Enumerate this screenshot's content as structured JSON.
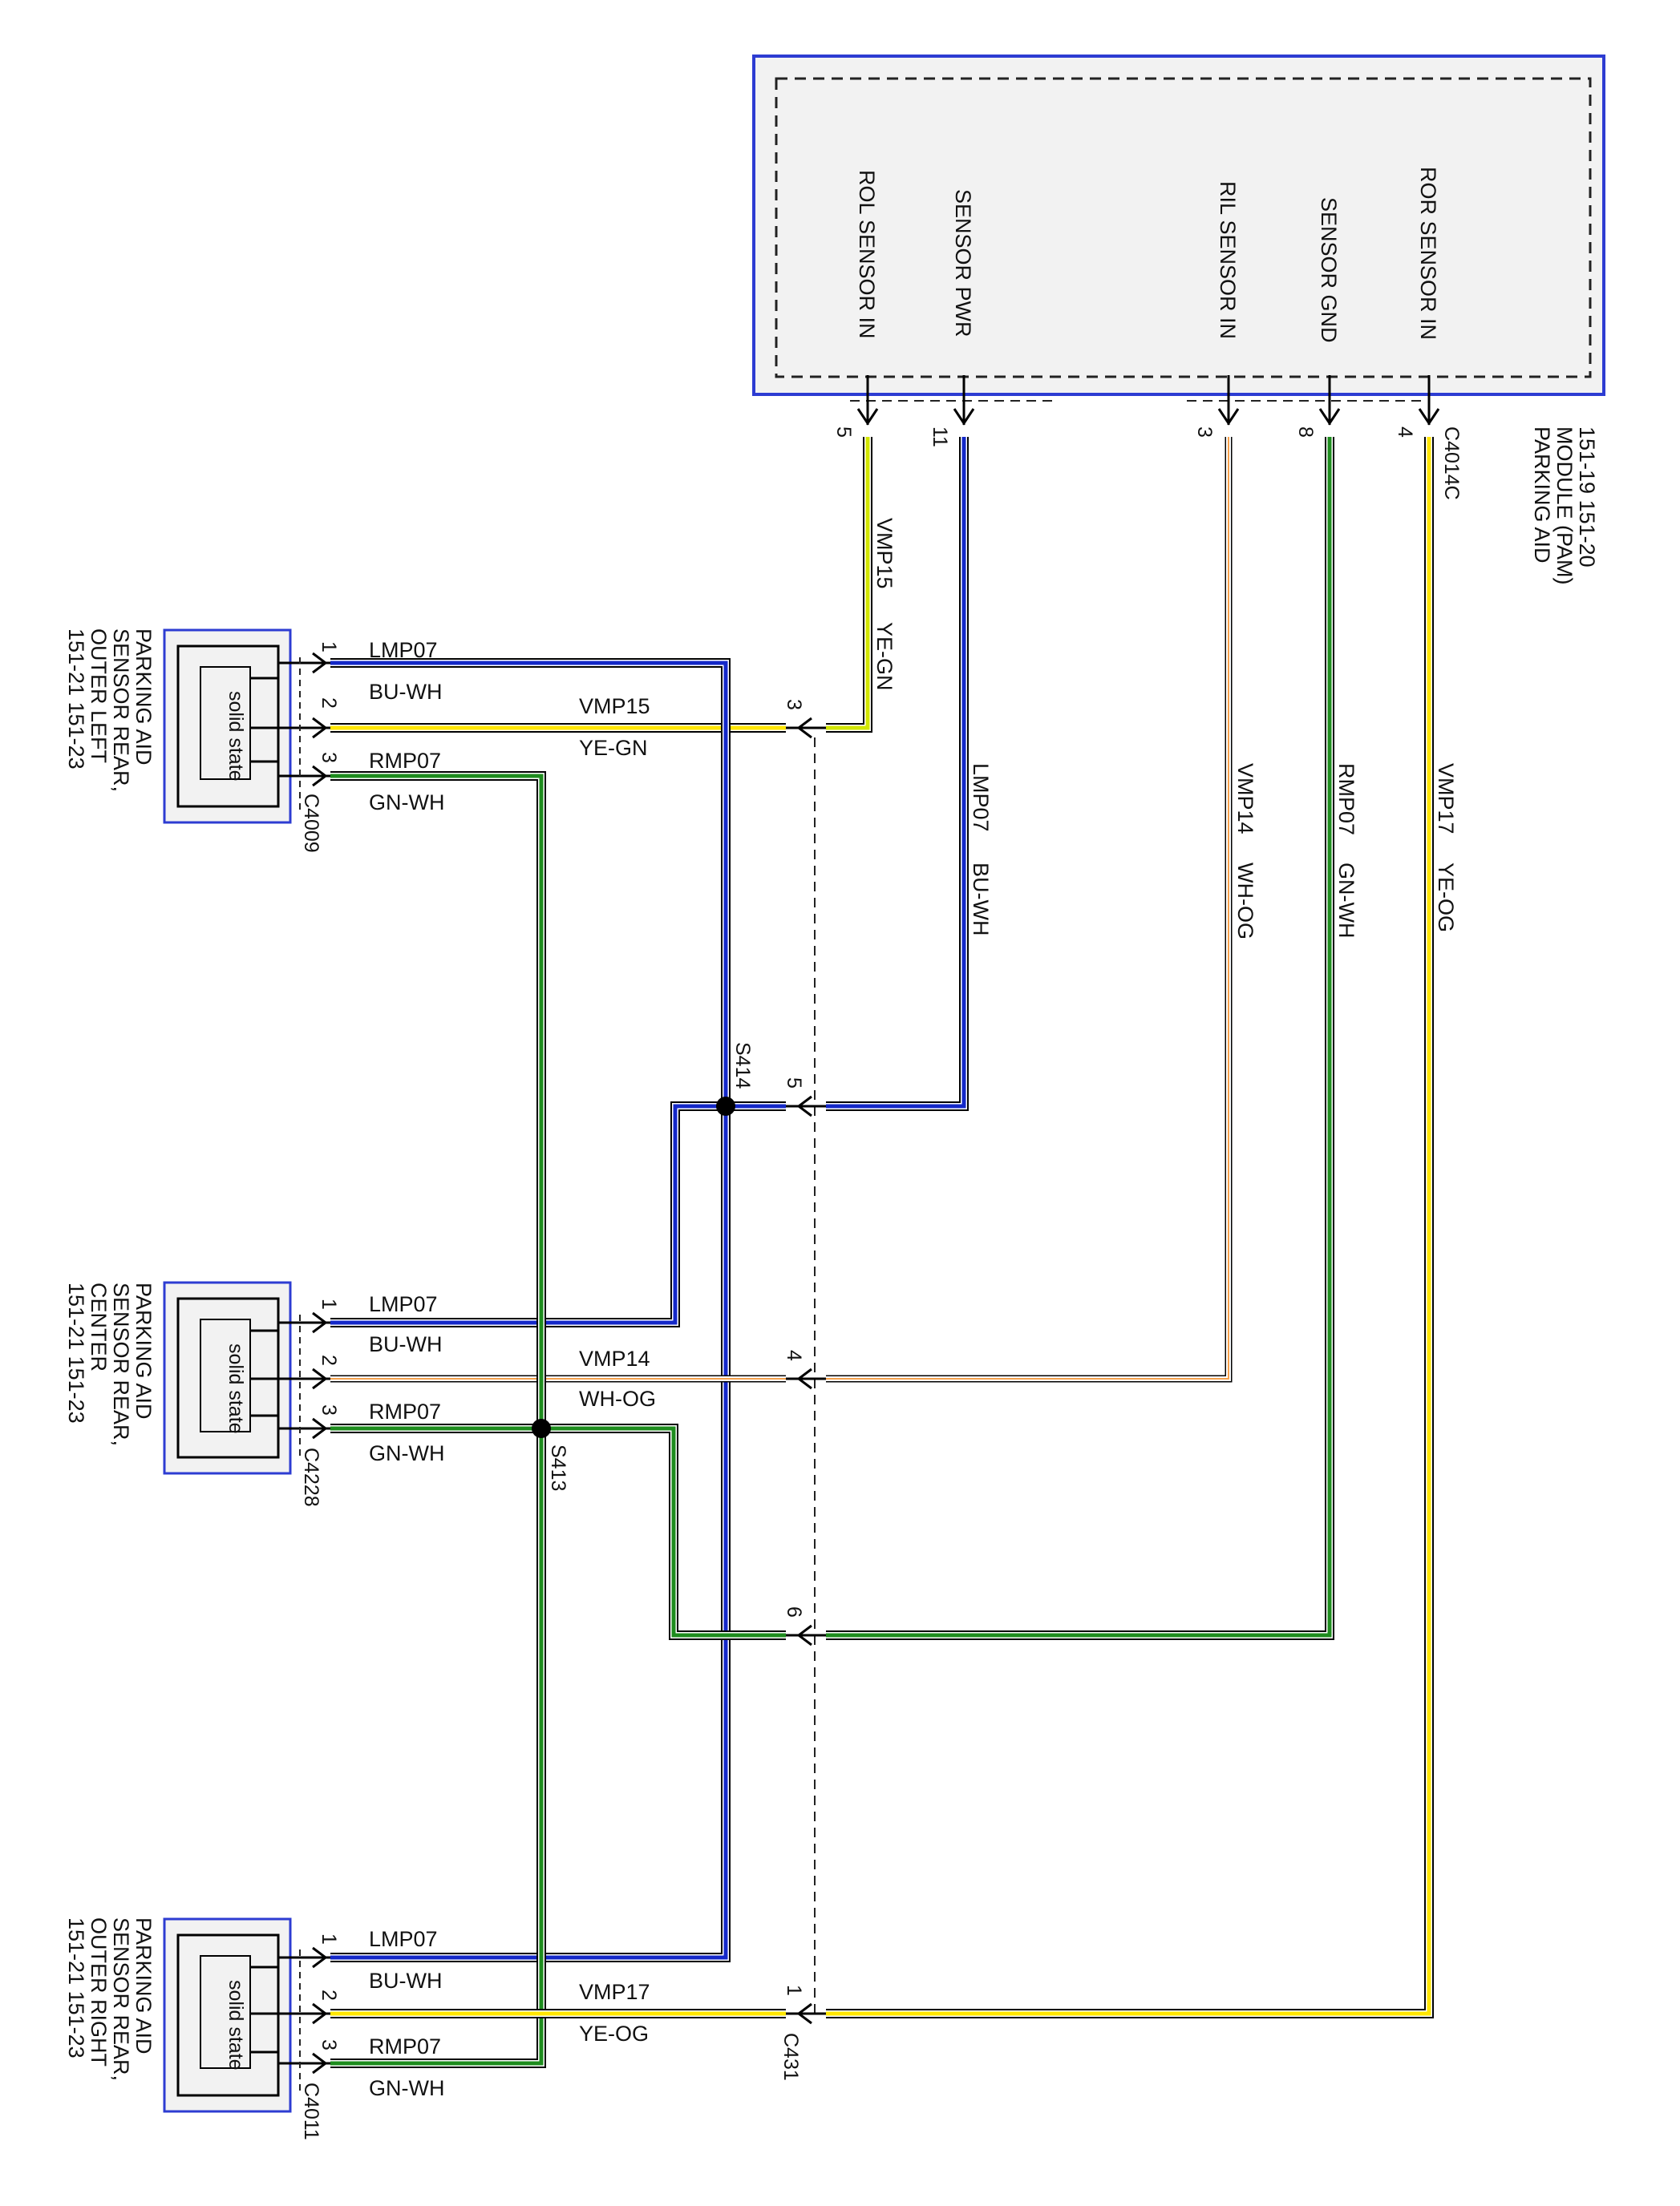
{
  "module": {
    "pins": [
      {
        "label": "ROL SENSOR IN",
        "pin": "5"
      },
      {
        "label": "SENSOR PWR",
        "pin": "11"
      },
      {
        "label": "RIL SENSOR IN",
        "pin": "3"
      },
      {
        "label": "SENSOR GND",
        "pin": "8"
      },
      {
        "label": "ROR SENSOR IN",
        "pin": "4"
      }
    ],
    "connector": "C4014C",
    "title": [
      "PARKING AID",
      "MODULE (PAM)",
      "151-19   151-20"
    ]
  },
  "module_wires": [
    {
      "circuit": "VMP15",
      "color": "YE-GN"
    },
    {
      "circuit": "LMP07",
      "color": "BU-WH"
    },
    {
      "circuit": "VMP14",
      "color": "WH-OG"
    },
    {
      "circuit": "RMP07",
      "color": "GN-WH"
    },
    {
      "circuit": "VMP17",
      "color": "YE-OG"
    }
  ],
  "inline_connector": {
    "name": "C431",
    "pins": [
      "3",
      "5",
      "4",
      "6",
      "1"
    ]
  },
  "splices": [
    "S414",
    "S413"
  ],
  "sensors": [
    {
      "state_label": "solid state",
      "connector": "C4009",
      "title": [
        "PARKING AID",
        "SENSOR REAR,",
        "OUTER LEFT",
        "151-21   151-23"
      ],
      "pins": [
        {
          "pin": "1",
          "circuit": "LMP07",
          "color": "BU-WH"
        },
        {
          "pin": "2",
          "circuit": "VMP15",
          "color": "YE-GN"
        },
        {
          "pin": "3",
          "circuit": "RMP07",
          "color": "GN-WH"
        }
      ]
    },
    {
      "state_label": "solid state",
      "connector": "C4228",
      "title": [
        "PARKING AID",
        "SENSOR REAR,",
        "CENTER",
        "151-21   151-23"
      ],
      "pins": [
        {
          "pin": "1",
          "circuit": "LMP07",
          "color": "BU-WH"
        },
        {
          "pin": "2",
          "circuit": "VMP14",
          "color": "WH-OG"
        },
        {
          "pin": "3",
          "circuit": "RMP07",
          "color": "GN-WH"
        }
      ]
    },
    {
      "state_label": "solid state",
      "connector": "C4011",
      "title": [
        "PARKING AID",
        "SENSOR REAR,",
        "OUTER RIGHT",
        "151-21   151-23"
      ],
      "pins": [
        {
          "pin": "1",
          "circuit": "LMP07",
          "color": "BU-WH"
        },
        {
          "pin": "2",
          "circuit": "VMP17",
          "color": "YE-OG"
        },
        {
          "pin": "3",
          "circuit": "RMP07",
          "color": "GN-WH"
        }
      ]
    }
  ],
  "colors": {
    "blue": "#1428c8",
    "yellow": "#ffe600",
    "yellowgreen": "#d2e600",
    "green": "#1e8c1e",
    "orange": "#f5a04b",
    "white": "#ffffff",
    "box_border": "#2d3cd2",
    "module_fill": "#f2f2f2"
  }
}
